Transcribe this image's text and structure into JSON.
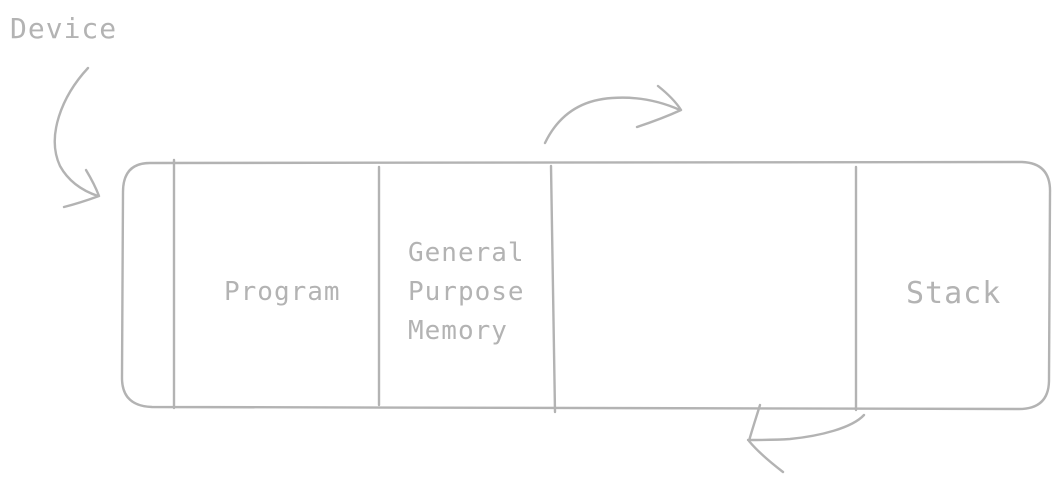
{
  "colors": {
    "ink": "#b3b3b3",
    "background": "#ffffff"
  },
  "labels": {
    "device": "Device",
    "program": "Program",
    "general_purpose_memory": [
      "General",
      "Purpose",
      "Memory"
    ],
    "stack": "Stack"
  },
  "arrows": [
    {
      "name": "device-pointer-arrow",
      "direction": "down-right"
    },
    {
      "name": "top-growth-arrow",
      "direction": "right"
    },
    {
      "name": "bottom-growth-arrow",
      "direction": "left"
    }
  ]
}
